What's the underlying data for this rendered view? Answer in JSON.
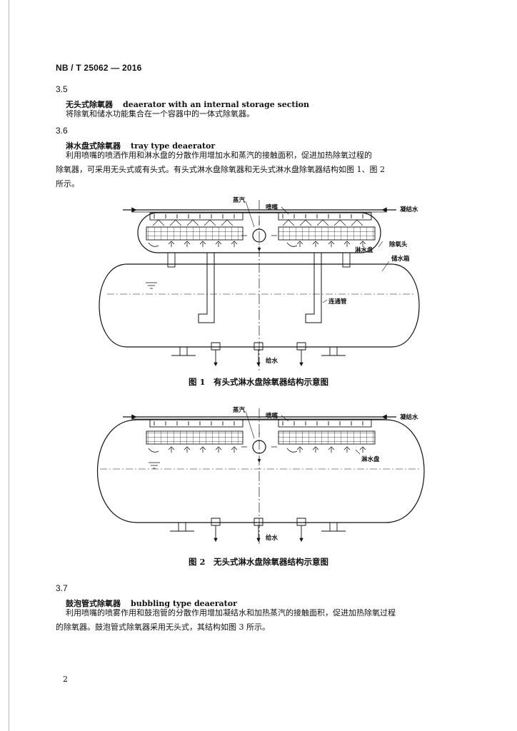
{
  "header": "NB / T 25062 — 2016",
  "s35": {
    "number": "3.5",
    "term_zh": "无头式除氧器",
    "term_en": "deaerator with an internal storage section",
    "def_lines": [
      "将除氧和储水功能集合在一个容器中的一体式除氧器。"
    ]
  },
  "s36": {
    "number": "3.6",
    "term_zh": "淋水盘式除氧器",
    "term_en": "tray type deaerator",
    "def_lines": [
      "利用喷嘴的喷洒作用和淋水盘的分散作用增加水和蒸汽的接触面积，促进加热除氧过程的",
      "除氧器，可采用无头式或有头式。有头式淋水盘除氧器和无头式淋水盘除氧器结构如图 1、图 2",
      "所示。"
    ]
  },
  "fig1": {
    "labels": {
      "steam": "蒸汽",
      "nozzle": "喷嘴",
      "condensate": "凝结水",
      "deaerator_head": "除氧头",
      "tray": "淋水盘",
      "storage_tank": "储水箱",
      "connecting_pipe": "连通管",
      "feedwater": "给水"
    },
    "caption": "图 1　有头式淋水盘除氧器结构示意图"
  },
  "fig2": {
    "labels": {
      "steam": "蒸汽",
      "nozzle": "喷嘴",
      "condensate": "凝结水",
      "tray": "淋水盘",
      "feedwater": "给水"
    },
    "caption": "图 2　无头式淋水盘除氧器结构示意图"
  },
  "s37": {
    "number": "3.7",
    "term_zh": "鼓泡管式除氧器",
    "term_en": "bubbling type deaerator",
    "def_lines": [
      "利用喷嘴的喷雾作用和鼓泡管的分散作用增加凝结水和加热蒸汽的接触面积，促进加热除氧过程",
      "的除氧器。鼓泡管式除氧器采用无头式，其结构如图 3 所示。"
    ]
  },
  "page_number": "2"
}
